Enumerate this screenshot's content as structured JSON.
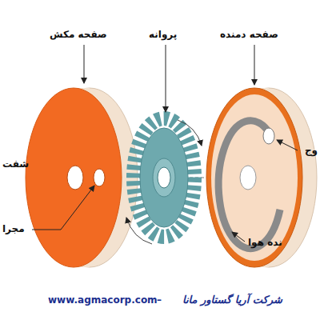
{
  "diagram": {
    "labels": [
      "صفحه مکش",
      "پروانه",
      "صفحه دمنده",
      "شفت",
      "مجرا",
      "وج",
      "نده هوا",
      "www.agmacorp.com",
      "–",
      "شرکت آریا گستاور مانا"
    ]
  }
}
